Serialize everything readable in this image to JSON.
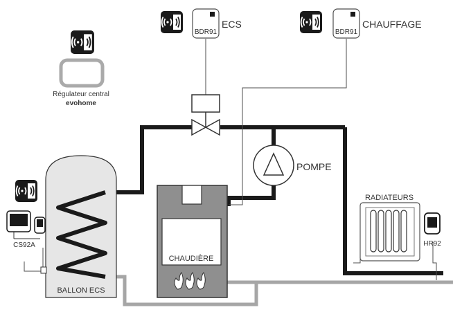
{
  "controller": {
    "name": "Régulateur central",
    "brand": "evohome",
    "icon": "wireless-signal-icon"
  },
  "relays": [
    {
      "model": "BDR91",
      "label": "ECS",
      "icon": "wireless-signal-icon"
    },
    {
      "model": "BDR91",
      "label": "CHAUFFAGE",
      "icon": "wireless-signal-icon"
    }
  ],
  "pump": {
    "label": "POMPE"
  },
  "boiler": {
    "label": "CHAUDIÈRE"
  },
  "tank": {
    "label": "BALLON ECS",
    "icon": "wireless-signal-icon"
  },
  "sensor": {
    "model": "CS92A"
  },
  "radiator": {
    "label": "RADIATEURS",
    "valve_model": "HR92"
  },
  "colors": {
    "flow_pipe": "#1a1a1a",
    "return_pipe": "#a6a6a6",
    "boiler_body": "#8f8f8f",
    "tank_body": "#e6e6e6",
    "signal_badge": "#1a1a1a"
  }
}
